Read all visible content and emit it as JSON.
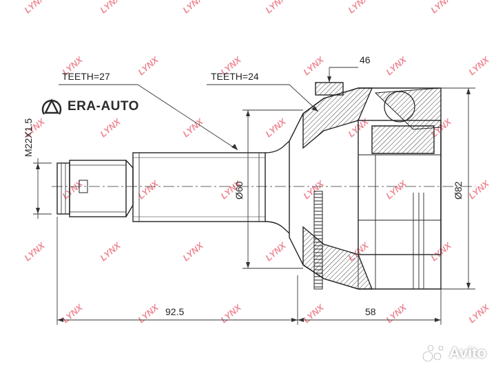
{
  "watermark": {
    "text": "LYNX",
    "color": "#e0263c"
  },
  "labels": {
    "teeth_outer": "TEETH=27",
    "teeth_inner": "TEETH=24",
    "thread": "M22X1.5",
    "dim_top": "46",
    "dim_dia60": "Ø60",
    "dim_dia82": "Ø82",
    "dim_len_left": "92.5",
    "dim_len_right": "58"
  },
  "brand": {
    "logo_text": "ERA-AUTO"
  },
  "avito": {
    "text": "Avito"
  }
}
